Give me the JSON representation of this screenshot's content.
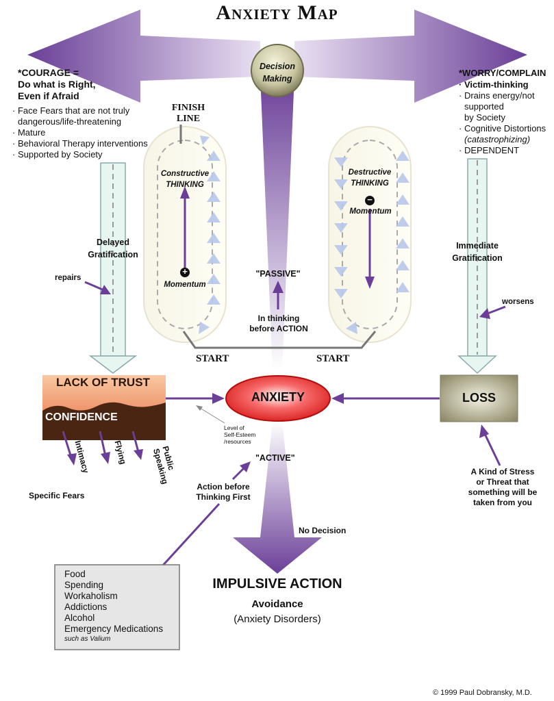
{
  "title": "Anxiety Map",
  "decision": {
    "line1": "Decision",
    "line2": "Making"
  },
  "courage": {
    "heading": "*COURAGE  =",
    "sub1": "Do what is Right,",
    "sub2": "Even if Afraid",
    "items": [
      "Face Fears that are not truly",
      "dangerous/life-threatening",
      "Mature",
      "Behavioral Therapy interventions",
      "Supported by Society"
    ]
  },
  "worry": {
    "heading": "*WORRY/COMPLAIN",
    "sub": "· Victim-thinking",
    "items": [
      "· Drains energy/not",
      "supported",
      "by Society",
      "· Cognitive Distortions",
      "(catastrophizing)",
      "· DEPENDENT"
    ]
  },
  "finish": {
    "line1": "FINISH",
    "line2": "LINE"
  },
  "constructive": {
    "line1": "Constructive",
    "line2": "THINKING",
    "momentum": "Momentum",
    "sign": "+"
  },
  "destructive": {
    "line1": "Destructive",
    "line2": "THINKING",
    "momentum": "Momentum",
    "sign": "−"
  },
  "passive": {
    "label": "\"PASSIVE\"",
    "note1": "In thinking",
    "note2": "before ACTION"
  },
  "start_left": "START",
  "start_right": "START",
  "delayed": {
    "line1": "Delayed",
    "line2": "Gratification"
  },
  "immediate": {
    "line1": "Immediate",
    "line2": "Gratification"
  },
  "repairs": "repairs",
  "worsens": "worsens",
  "trust": {
    "top": "LACK OF TRUST",
    "bottom": "CONFIDENCE"
  },
  "fears": {
    "intimacy": "Intimacy",
    "flying": "Flying",
    "public1": "Public",
    "public2": "Speaking",
    "specific": "Specific Fears"
  },
  "anxiety": "ANXIETY",
  "loss": "LOSS",
  "esteem": {
    "l1": "Level of",
    "l2": "Self-Esteem",
    "l3": "/resources"
  },
  "active": {
    "label": "\"ACTIVE\"",
    "note1": "Action before",
    "note2": "Thinking First"
  },
  "stress": {
    "l1": "A Kind of Stress",
    "l2": "or Threat that",
    "l3": "something will be",
    "l4": "taken from you"
  },
  "no_decision": "No Decision",
  "impulsive": {
    "title": "IMPULSIVE ACTION",
    "avoid": "Avoidance",
    "disorders": "(Anxiety Disorders)"
  },
  "box": {
    "items": [
      "Food",
      "Spending",
      "Workaholism",
      "Addictions",
      "Alcohol",
      "Emergency Medications"
    ],
    "note": "such as Valium"
  },
  "copyright": "© 1999 Paul Dobransky, M.D."
}
